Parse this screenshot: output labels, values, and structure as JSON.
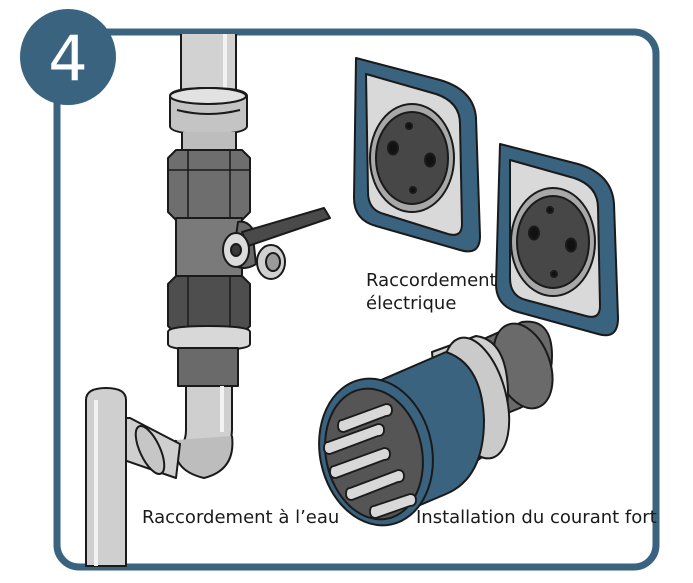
{
  "step": {
    "number": "4"
  },
  "labels": {
    "electrical_line1": "Raccordement",
    "electrical_line2": "électrique",
    "water": "Raccordement à l’eau",
    "power": "Installation du courant fort"
  },
  "colors": {
    "frame": "#3a6380",
    "badge": "#3a6380",
    "socket_plate": "#3a6380",
    "plug_body": "#3a6380",
    "pipe_light": "#cfcfcf",
    "metal_dark": "#5c5c5c",
    "metal_mid": "#8a8a8a"
  },
  "icons": [
    "water-pipe-icon",
    "valve-icon",
    "socket-icon",
    "cee-plug-icon"
  ]
}
